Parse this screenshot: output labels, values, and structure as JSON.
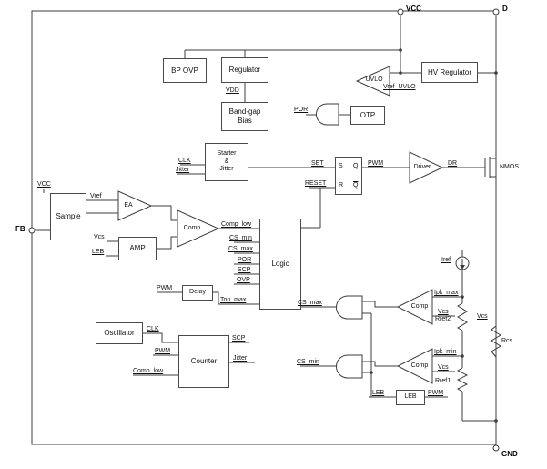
{
  "pins": {
    "vcc": "VCC",
    "d": "D",
    "gnd": "GND",
    "fb": "FB"
  },
  "blocks": {
    "bp_ovp": "BP OVP",
    "regulator": "Regulator",
    "bandgap1": "Band-gap",
    "bandgap2": "Bias",
    "hv_regulator": "HV Regulator",
    "uvlo": "UVLO",
    "otp": "OTP",
    "starter1": "Starter",
    "starter2": "&",
    "starter3": "Jitter",
    "driver": "Driver",
    "sample": "Sample",
    "ea": "EA",
    "amp": "AMP",
    "comp": "Comp",
    "logic": "Logic",
    "delay": "Delay",
    "oscillator": "Oscillator",
    "counter": "Counter",
    "leb": "LEB",
    "latch_s": "S",
    "latch_q": "Q",
    "latch_r": "R",
    "latch_qb": "Q"
  },
  "nets": {
    "vdd": "VDD",
    "por": "POR",
    "vref_uvlo": "Vref_UVLO",
    "clk": "CLK",
    "jitter": "Jitter",
    "set": "SET",
    "reset": "RESET",
    "pwm": "PWM",
    "dr": "DR",
    "vcc": "VCC",
    "vref": "Vref",
    "vcs": "Vcs",
    "leb": "LEB",
    "comp_low": "Comp_low",
    "cs_min": "CS_min",
    "cs_max": "CS_max",
    "scp": "SCP",
    "ovp": "OVP",
    "ton_max": "Ton_max",
    "iref": "Iref",
    "ipk_max": "Ipk_max",
    "ipk_min": "Ipk_min"
  },
  "components": {
    "nmos": "NMOS",
    "rref2": "Rref2",
    "rref1": "Rref1",
    "rcs": "Rcs"
  }
}
